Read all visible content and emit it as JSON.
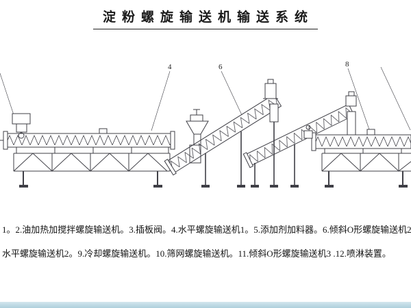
{
  "title": "淀粉螺旋输送机输送系统",
  "callouts": {
    "n4": "4",
    "n6": "6",
    "n8": "8"
  },
  "legend": {
    "line1": "1。2.油加热加搅拌螺旋输送机。3.插板阀。4.水平螺旋输送机1。5.添加剂加料器。6.倾斜O形螺旋输送机2",
    "line2": "水平螺旋输送机2。9.冷却螺旋输送机。10.筛网螺旋输送机。11.倾斜O形螺旋输送机3 .12.喷淋装置。"
  },
  "colors": {
    "background": "#ffffff",
    "line": "#3f3f46",
    "text": "#141414",
    "footer_bar": "#aecfdc"
  }
}
